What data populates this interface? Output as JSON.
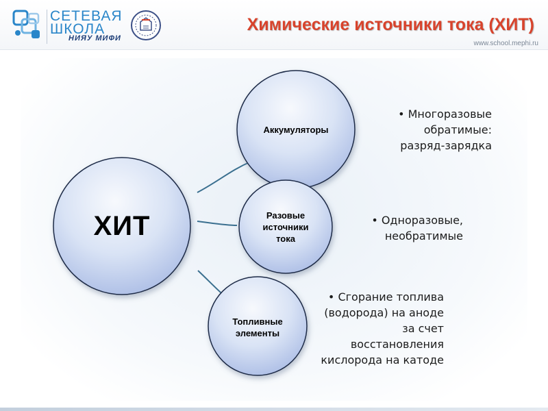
{
  "header": {
    "logo_line1": "СЕТЕВАЯ",
    "logo_line2": "ШКОЛА",
    "logo_sub": "НИЯУ МИФИ",
    "title": "Химические источники тока (ХИТ)",
    "website": "www.school.mephi.ru"
  },
  "diagram": {
    "center": "ХИТ",
    "nodes": [
      {
        "label_lines": [
          "Аккумуляторы"
        ]
      },
      {
        "label_lines": [
          "Разовые",
          "источники",
          "тока"
        ]
      },
      {
        "label_lines": [
          "Топливные",
          "элементы"
        ]
      }
    ],
    "notes": [
      {
        "lines": [
          "• Многоразовые",
          "обратимые:",
          "разряд-зарядка"
        ]
      },
      {
        "lines": [
          "• Одноразовые,",
          "необратимые"
        ]
      },
      {
        "lines": [
          "• Сгорание топлива",
          "(водорода) на аноде",
          "за счет",
          "восстановления",
          "кислорода на катоде"
        ]
      }
    ]
  },
  "colors": {
    "title": "#d8432c",
    "logo": "#2a86c9",
    "circle_light": "#f7f9fd",
    "circle_dark": "#aebfe6",
    "circle_stroke": "#1f2b46",
    "connector": "#3a6f8f"
  }
}
